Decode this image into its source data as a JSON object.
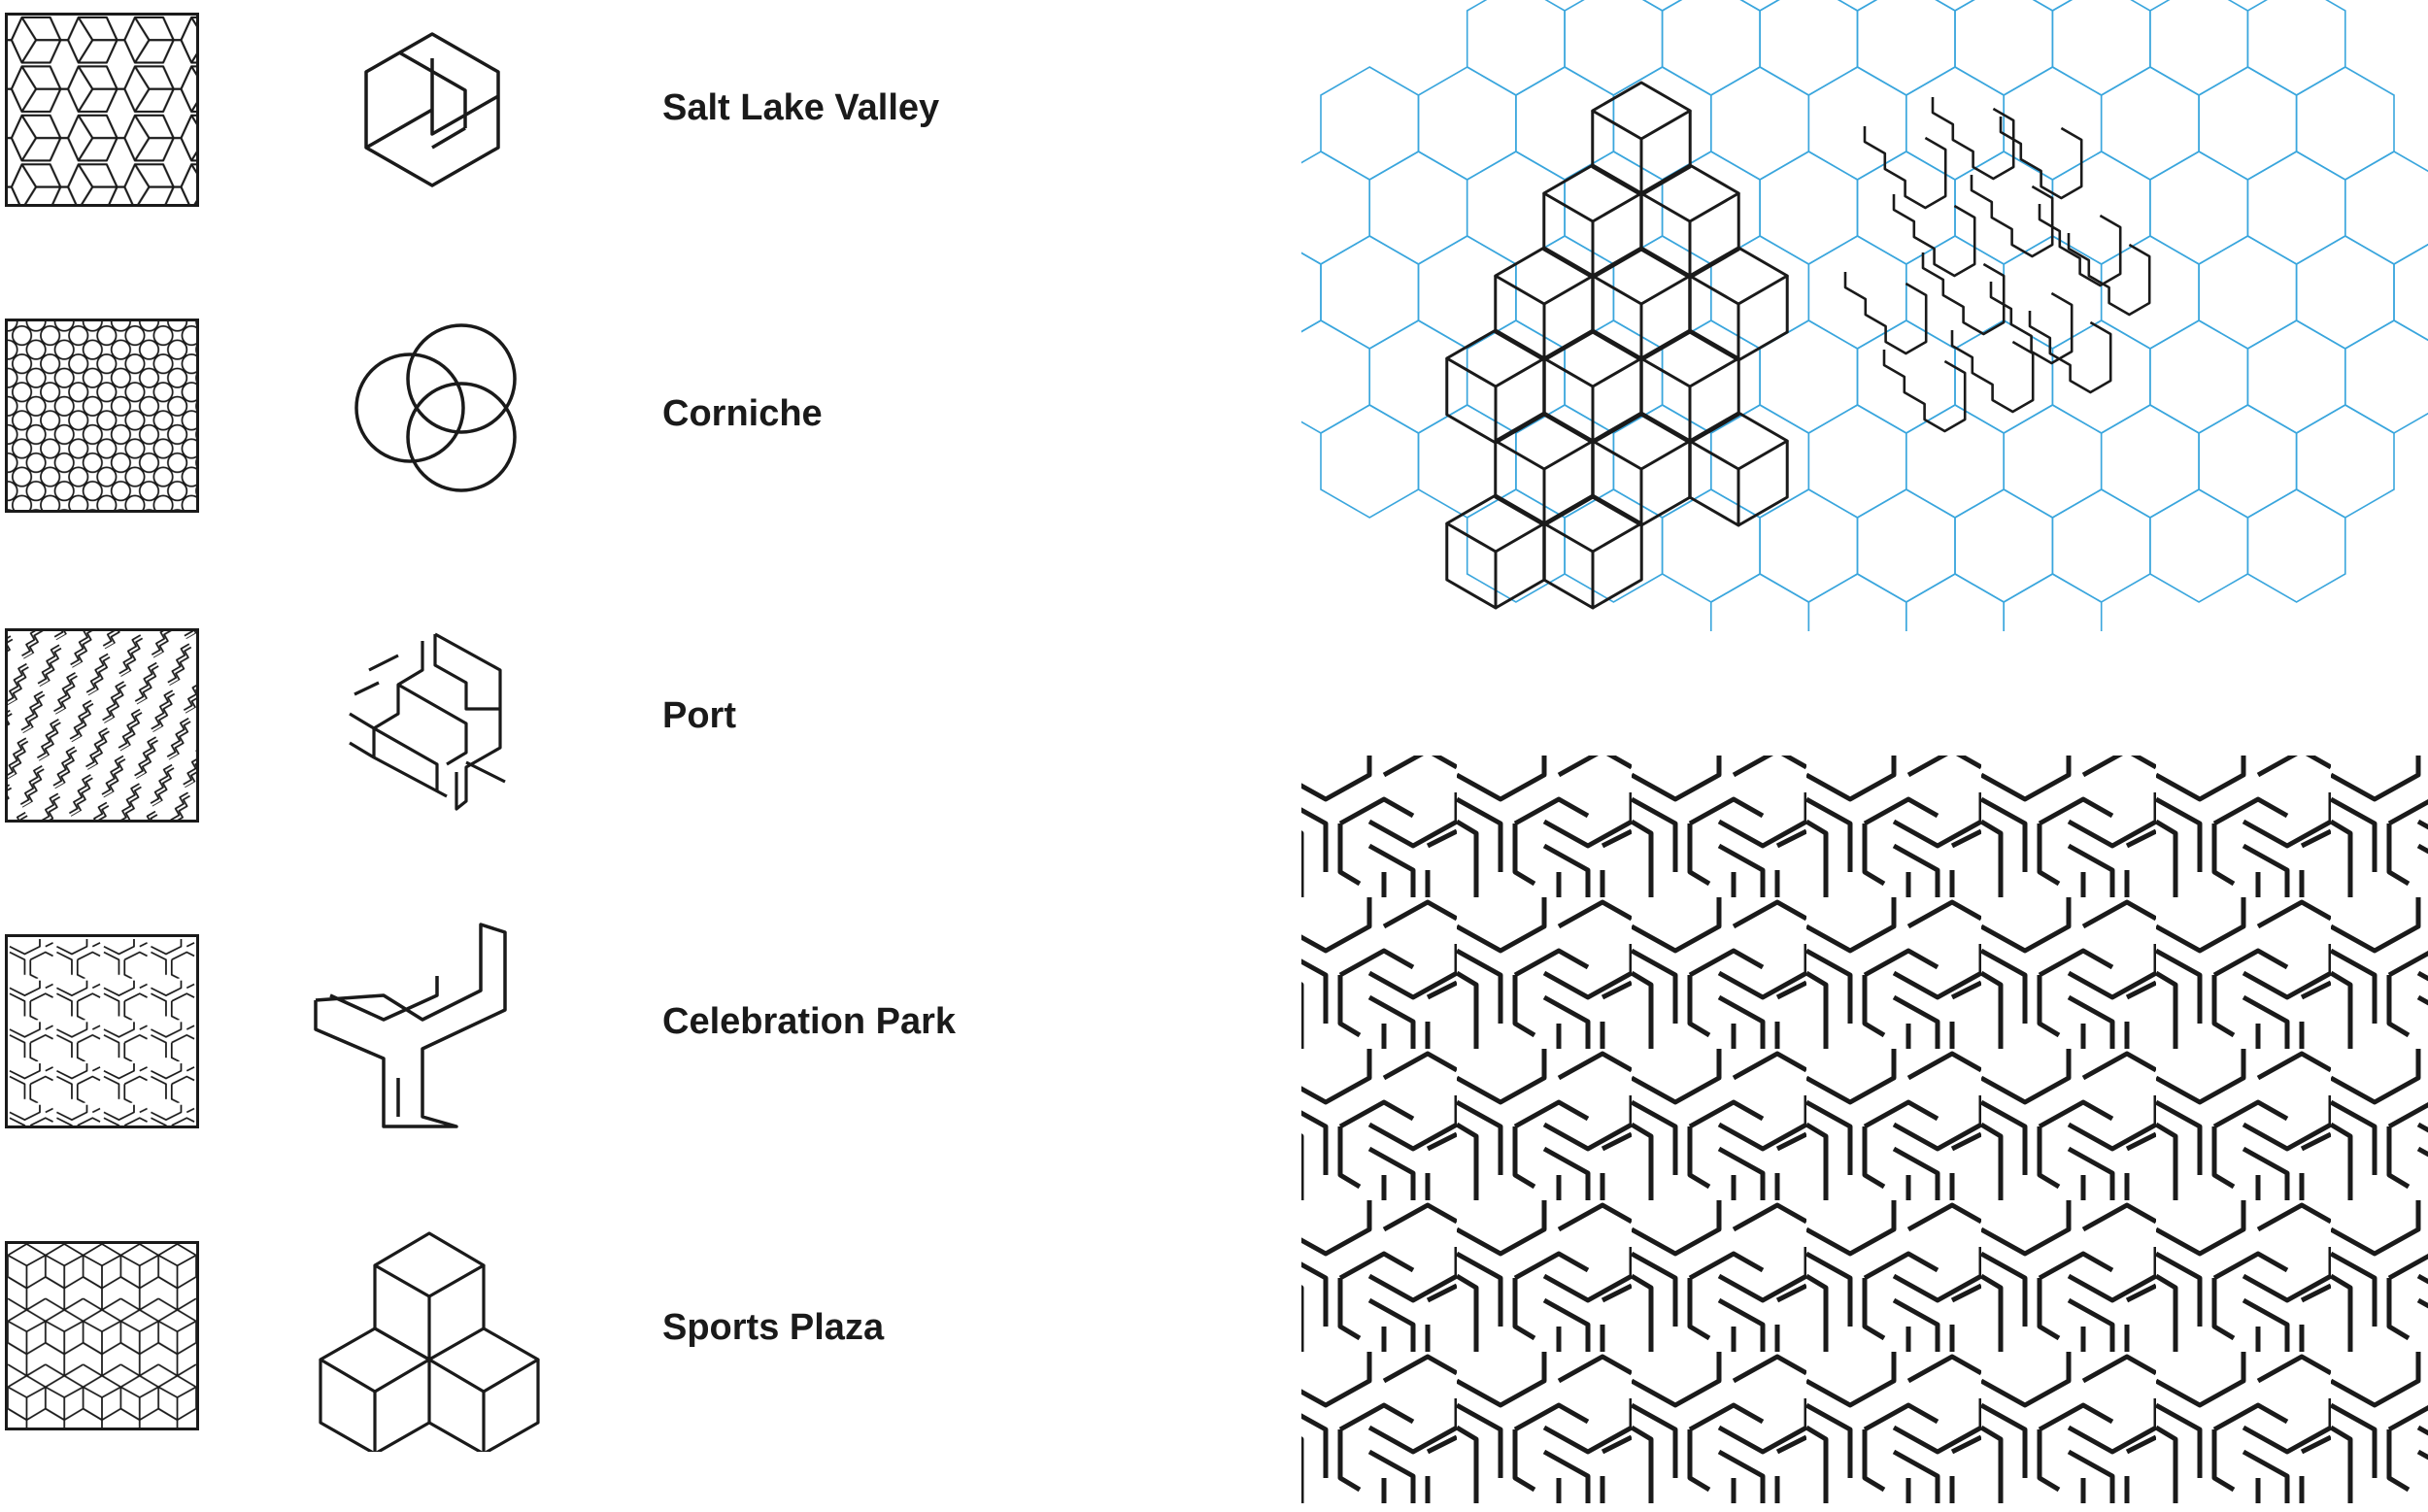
{
  "legend": {
    "items": [
      {
        "label": "Salt Lake Valley"
      },
      {
        "label": "Corniche"
      },
      {
        "label": "Port"
      },
      {
        "label": "Celebration Park"
      },
      {
        "label": "Sports Plaza"
      }
    ]
  },
  "colors": {
    "ink": "#1a1a1a",
    "grid_blue": "#3aa6dd",
    "background": "#ffffff"
  },
  "patterns": {
    "salt_lake_valley": "interlocking-triangle-hexagon-pattern",
    "corniche": "overlapping-circles-pattern",
    "port": "isometric-stair-pattern",
    "celebration_park": "tri-arm-weave-pattern",
    "sports_plaza": "isometric-cube-pattern"
  }
}
